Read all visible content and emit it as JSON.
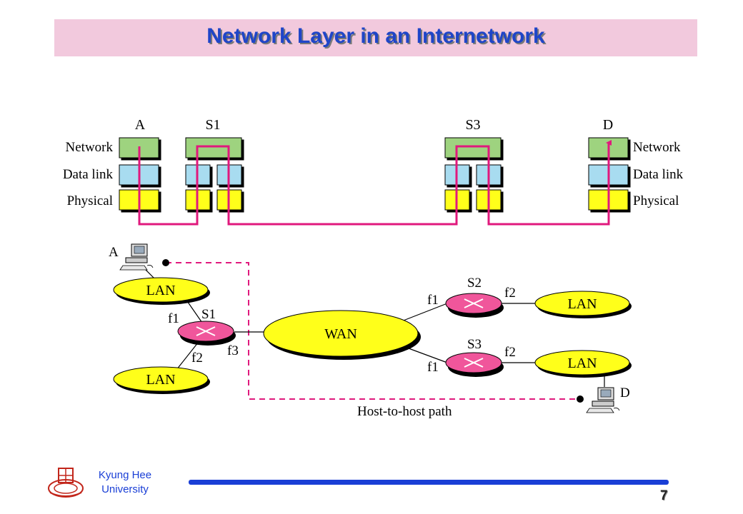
{
  "slide": {
    "title": "Network Layer in an Internetwork",
    "page_number": "7"
  },
  "footer": {
    "university_line1": "Kyung Hee",
    "university_line2": "University"
  },
  "layers_diagram": {
    "stations": {
      "a": "A",
      "s1": "S1",
      "s3": "S3",
      "d": "D"
    },
    "layer_labels": {
      "network": "Network",
      "data_link": "Data link",
      "physical": "Physical"
    },
    "colors": {
      "network": "#9ed37f",
      "data_link": "#a8dcf0",
      "physical": "#ffff1a",
      "path": "#e0197d"
    }
  },
  "topology": {
    "host_a": "A",
    "host_d": "D",
    "lan": "LAN",
    "wan": "WAN",
    "routers": {
      "s1": "S1",
      "s2": "S2",
      "s3": "S3"
    },
    "interfaces": {
      "f1": "f1",
      "f2": "f2",
      "f3": "f3"
    },
    "path_label": "Host-to-host path",
    "colors": {
      "lan": "#ffff1a",
      "router": "#f0569b",
      "path": "#e0197d"
    }
  }
}
